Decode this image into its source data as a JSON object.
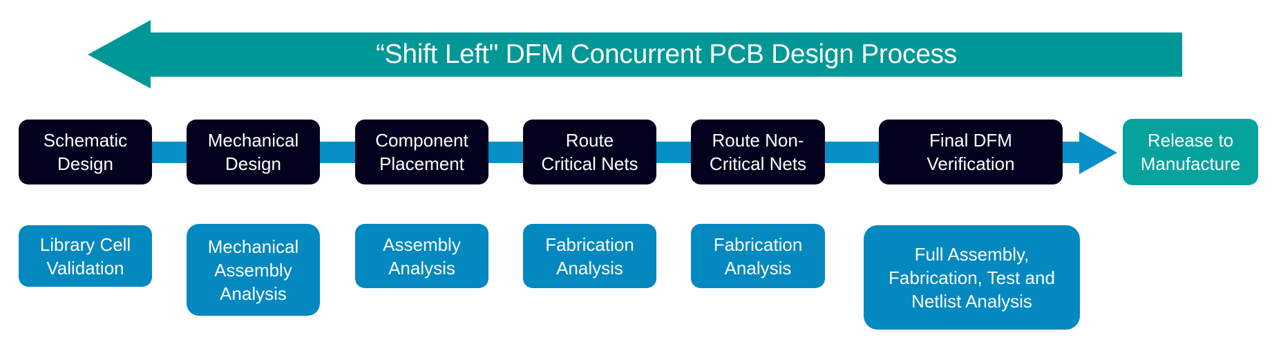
{
  "title": "“Shift Left\" DFM Concurrent PCB Design Process",
  "colors": {
    "shift_arrow": "#009797",
    "stage_box": "#02021f",
    "analysis_box": "#0388c0",
    "flow_bar": "#0590c8",
    "release_box": "#06a29e",
    "text": "#ffffff"
  },
  "stages": [
    {
      "label": "Schematic\nDesign"
    },
    {
      "label": "Mechanical\nDesign"
    },
    {
      "label": "Component\nPlacement"
    },
    {
      "label": "Route\nCritical Nets"
    },
    {
      "label": "Route Non-\nCritical Nets"
    },
    {
      "label": "Final DFM\nVerification"
    }
  ],
  "release": {
    "label": "Release to\nManufacture"
  },
  "analyses": [
    {
      "label": "Library Cell\nValidation"
    },
    {
      "label": "Mechanical\nAssembly\nAnalysis"
    },
    {
      "label": "Assembly\nAnalysis"
    },
    {
      "label": "Fabrication\nAnalysis"
    },
    {
      "label": "Fabrication\nAnalysis"
    },
    {
      "label": "Full Assembly,\nFabrication, Test and\nNetlist  Analysis"
    }
  ]
}
